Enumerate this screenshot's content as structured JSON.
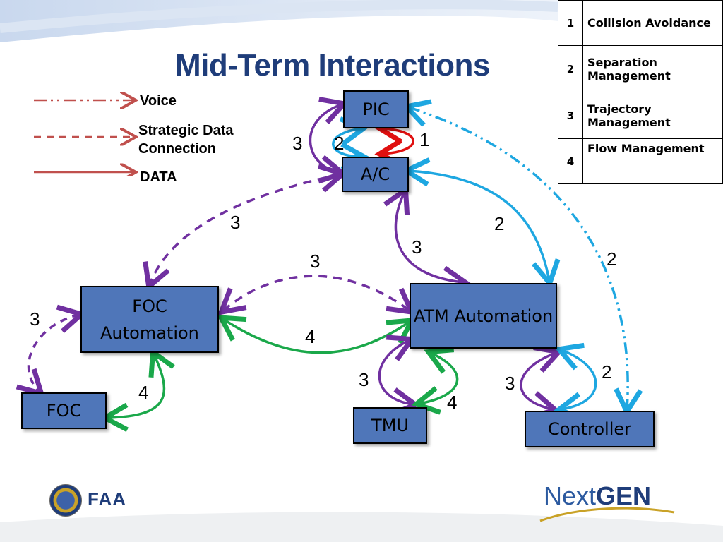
{
  "title": "Mid-Term Interactions",
  "legend": [
    {
      "label": "Voice",
      "style": "dash-dot-dot",
      "color": "#c0504d"
    },
    {
      "label": "Strategic Data Connection",
      "style": "dashed",
      "color": "#c0504d"
    },
    {
      "label": "DATA",
      "style": "solid",
      "color": "#c0504d"
    }
  ],
  "key_table": [
    {
      "num": "1",
      "label": "Collision Avoidance"
    },
    {
      "num": "2",
      "label": "Separation Management"
    },
    {
      "num": "3",
      "label": "Trajectory Management"
    },
    {
      "num": "4",
      "label": "Flow Management"
    }
  ],
  "nodes": {
    "pic": "PIC",
    "ac": "A/C",
    "foc_automation": "FOC Automation",
    "atm_automation": "ATM Automation",
    "foc": "FOC",
    "tmu": "TMU",
    "controller": "Controller"
  },
  "edge_labels": {
    "pic_ac_trajectory": "3",
    "pic_ac_separation": "2",
    "pic_ac_collision": "1",
    "ac_foc_auto": "3",
    "ac_atm_separation": "2",
    "ac_atm_trajectory": "3",
    "pic_controller_voice": "2",
    "foc_atm_trajectory": "3",
    "foc_atm_flow": "4",
    "foc_auto_foc_trajectory": "3",
    "foc_auto_foc_flow": "4",
    "atm_tmu_trajectory": "3",
    "atm_tmu_flow": "4",
    "atm_controller_trajectory": "3",
    "atm_controller_separation": "2"
  },
  "colors": {
    "trajectory": "#7030a0",
    "separation": "#1ea7e1",
    "collision": "#e01010",
    "flow": "#1aa84a",
    "node_fill": "#4f76b9",
    "title": "#1f3d7a"
  },
  "footer": {
    "agency": "FAA",
    "brand_light": "Next",
    "brand_bold": "GEN"
  }
}
